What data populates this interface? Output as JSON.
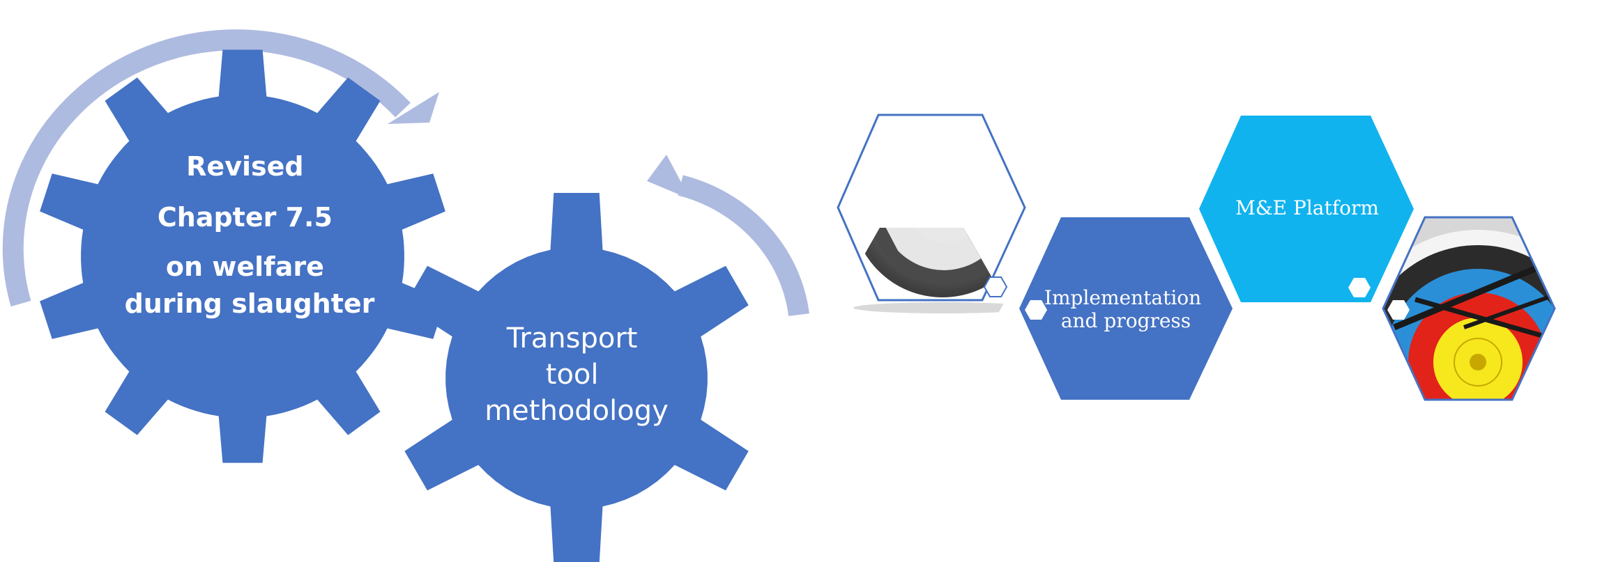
{
  "gears": [
    {
      "id": "revised",
      "lines": [
        "Revised",
        "Chapter 7.5",
        "on welfare",
        "during slaughter"
      ]
    },
    {
      "id": "transport",
      "lines": [
        "Transport",
        "tool",
        "methodology"
      ]
    }
  ],
  "hexagons": [
    {
      "id": "gauge",
      "kind": "image",
      "picture": "speedometer-gauge"
    },
    {
      "id": "implementation",
      "lines": [
        "Implementation",
        "and progress"
      ]
    },
    {
      "id": "platform",
      "lines": [
        "M&E Platform"
      ]
    },
    {
      "id": "target",
      "kind": "image",
      "picture": "archery-target"
    }
  ],
  "colors": {
    "gear": "#4472c4",
    "arrow": "#aebbe0",
    "hex_dark": "#4472c4",
    "hex_light": "#10b3ee",
    "hex_outline": "#4472c4"
  }
}
